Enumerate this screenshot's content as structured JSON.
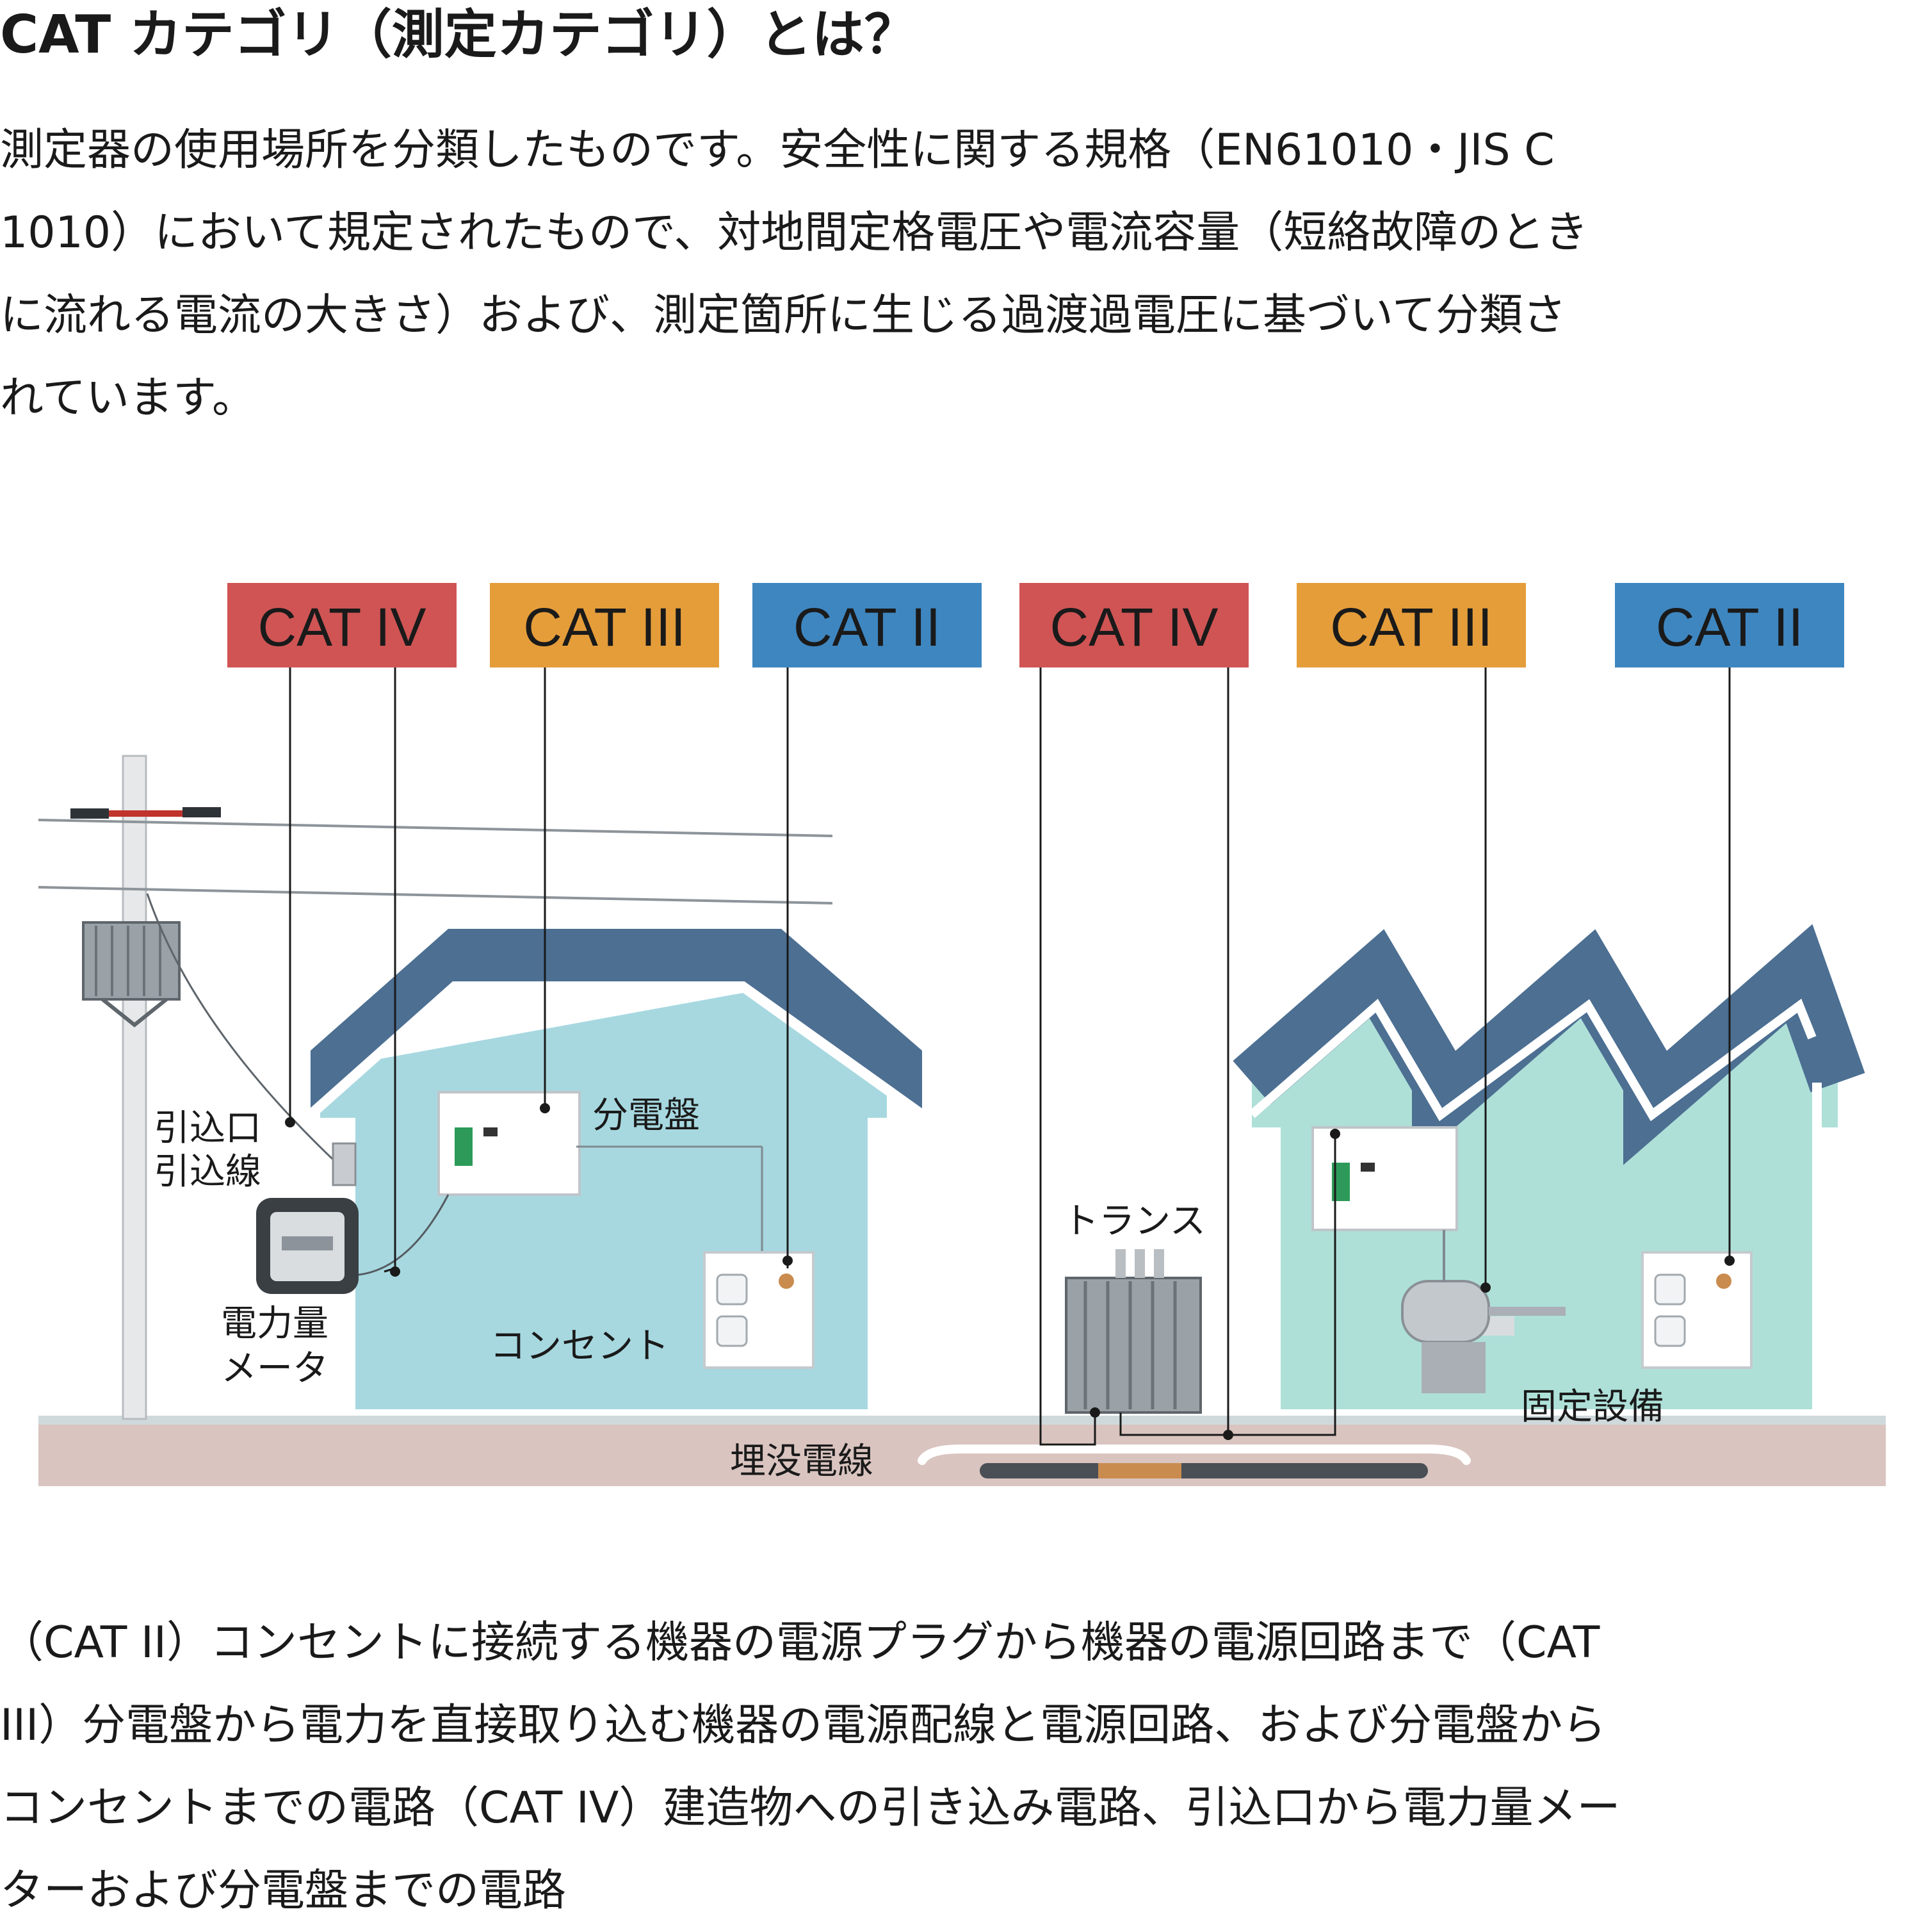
{
  "title": "CAT カテゴリ（測定カテゴリ）とは？",
  "intro_lines": [
    "測定器の使用場所を分類したものです。安全性に関する規格（EN61010・JIS C",
    "1010）において規定されたもので、対地間定格電圧や電流容量（短絡故障のとき",
    "に流れる電流の大きさ）および、測定箇所に生じる過渡過電圧に基づいて分類さ",
    "れています。"
  ],
  "categories": [
    {
      "label": "CAT IV",
      "color": "#d05454"
    },
    {
      "label": "CAT III",
      "color": "#e59d3a"
    },
    {
      "label": "CAT II",
      "color": "#3e86c0"
    },
    {
      "label": "CAT IV",
      "color": "#d05454"
    },
    {
      "label": "CAT III",
      "color": "#e59d3a"
    },
    {
      "label": "CAT II",
      "color": "#3e86c0"
    }
  ],
  "labels": {
    "service_entrance": "引込口",
    "service_wire": "引込線",
    "meter_1": "電力量",
    "meter_2": "メータ",
    "panel": "分電盤",
    "outlet": "コンセント",
    "transformer": "トランス",
    "fixed_equipment": "固定設備",
    "buried_cable": "埋没電線"
  },
  "outro_lines": [
    "（CAT II）コンセントに接続する機器の電源プラグから機器の電源回路まで（CAT",
    "III）分電盤から電力を直接取り込む機器の電源配線と電源回路、および分電盤から",
    "コンセントまでの電路（CAT IV）建造物への引き込み電路、引込口から電力量メー",
    "ターおよび分電盤までの電路"
  ],
  "colors": {
    "roof": "#4c6f92",
    "house_wall": "#a7d8e0",
    "factory_wall": "#aee0d8",
    "ground": "#d9c4c0"
  }
}
